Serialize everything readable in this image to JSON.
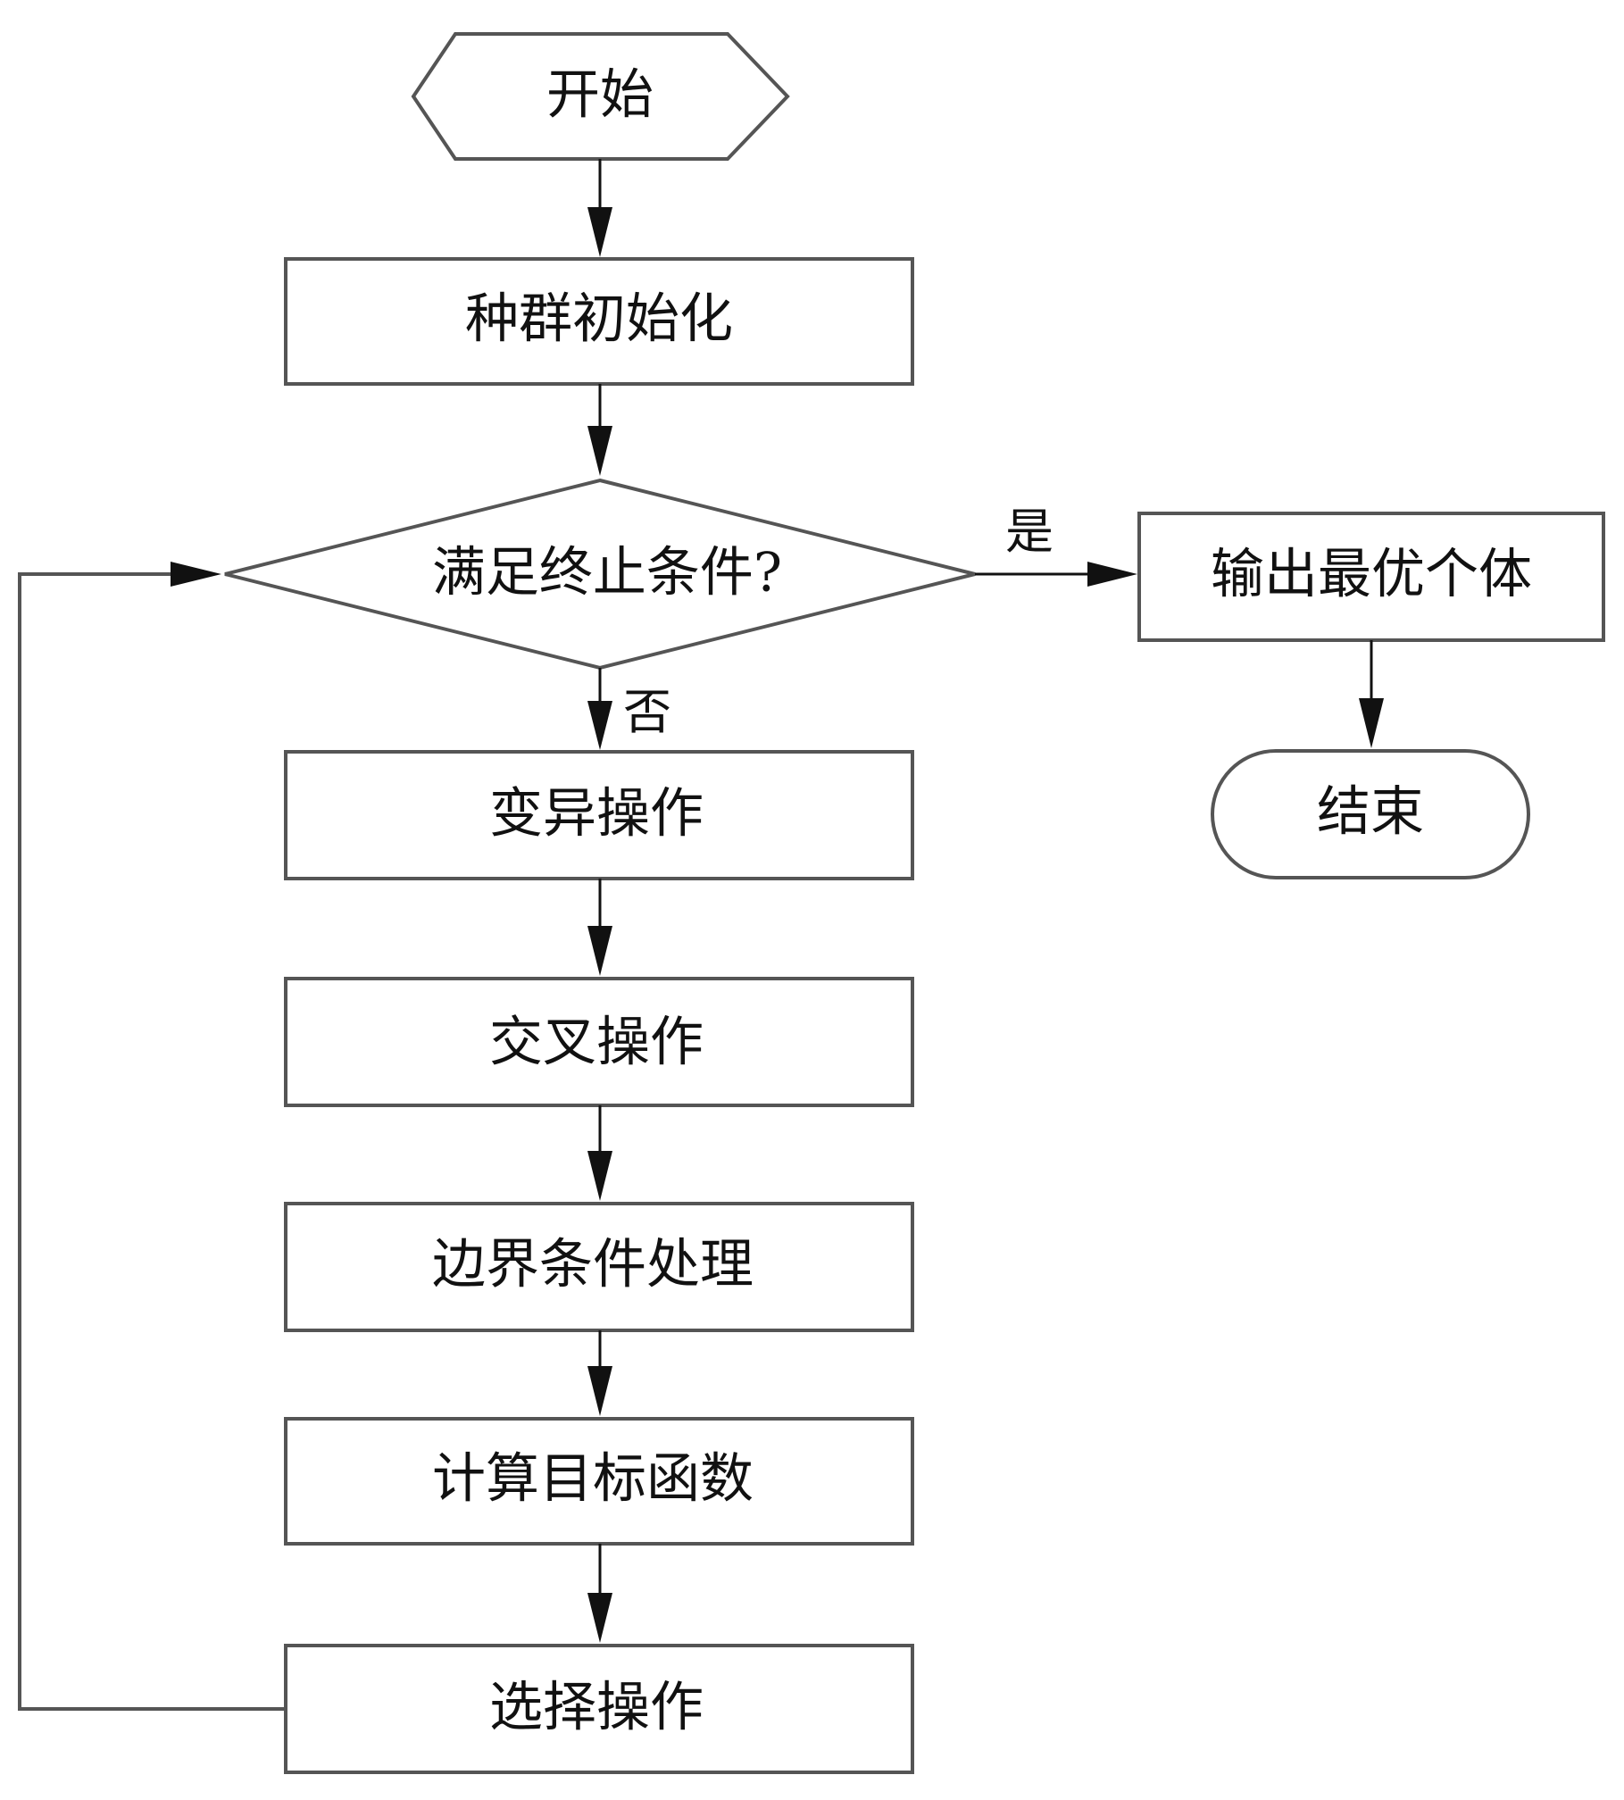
{
  "flowchart": {
    "nodes": {
      "start": "开始",
      "init": "种群初始化",
      "decision": "满足终止条件?",
      "output": "输出最优个体",
      "end": "结束",
      "mutation": "变异操作",
      "crossover": "交叉操作",
      "boundary": "边界条件处理",
      "objective": "计算目标函数",
      "selection": "选择操作"
    },
    "edge_labels": {
      "yes": "是",
      "no": "否"
    },
    "edges": [
      [
        "start",
        "init"
      ],
      [
        "init",
        "decision"
      ],
      [
        "decision",
        "output",
        "yes"
      ],
      [
        "output",
        "end"
      ],
      [
        "decision",
        "mutation",
        "no"
      ],
      [
        "mutation",
        "crossover"
      ],
      [
        "crossover",
        "boundary"
      ],
      [
        "boundary",
        "objective"
      ],
      [
        "objective",
        "selection"
      ],
      [
        "selection",
        "decision"
      ]
    ]
  }
}
